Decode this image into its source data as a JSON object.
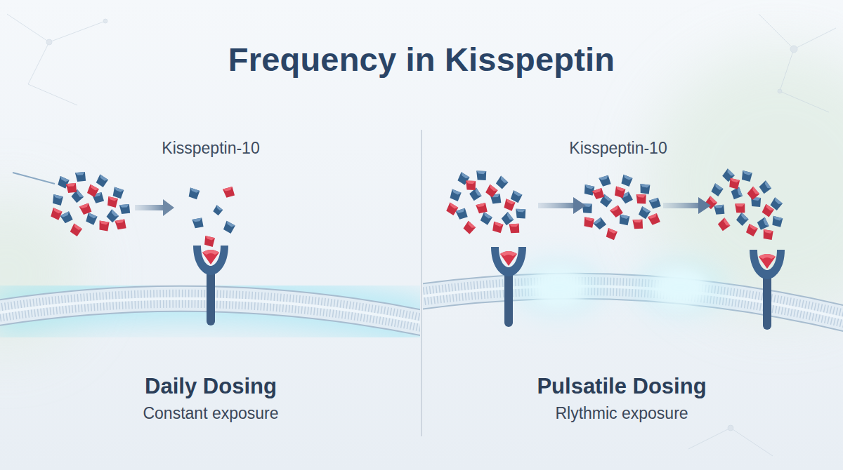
{
  "diagram": {
    "title": "Frequency in Kisspeptin",
    "labels": [
      "Kisspeptin-10",
      "Kisspeptin-10",
      "Daily Dosing",
      "Pulsatile Dosing",
      "Constant exposure",
      "Rlythmic exposure"
    ]
  }
}
